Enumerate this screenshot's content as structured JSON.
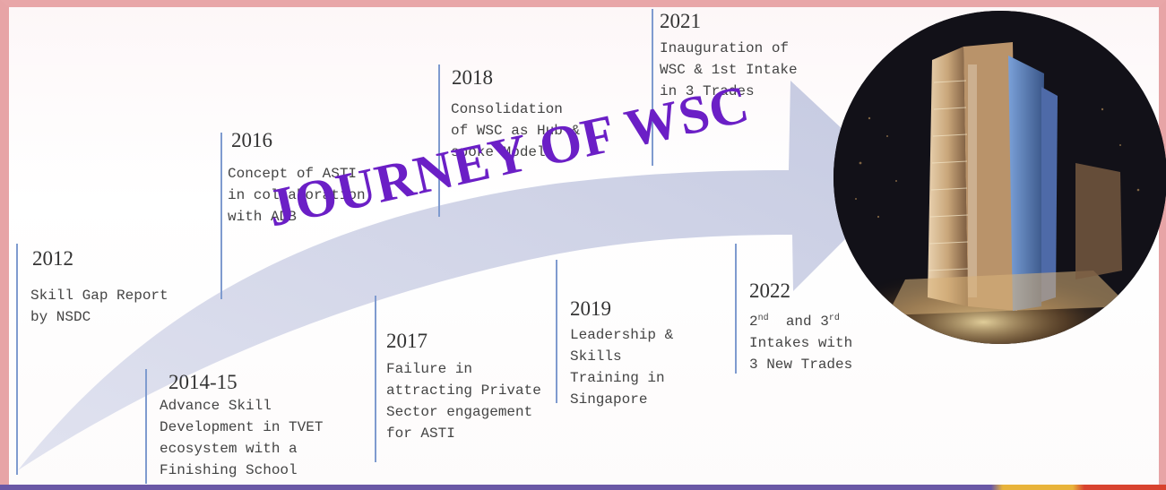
{
  "title": "JOURNEY OF WSC",
  "milestones": [
    {
      "year": "2012",
      "lines": [
        "Skill Gap Report",
        "by NSDC"
      ]
    },
    {
      "year": "2014-15",
      "lines": [
        "Advance Skill",
        "Development in TVET",
        "ecosystem with a",
        "Finishing School"
      ]
    },
    {
      "year": "2016",
      "lines": [
        "Concept of ASTI",
        "in collaboration",
        "with ADB"
      ]
    },
    {
      "year": "2017",
      "lines": [
        "Failure in",
        "attracting Private",
        "Sector engagement",
        "for ASTI"
      ]
    },
    {
      "year": "2018",
      "lines": [
        "Consolidation",
        "of WSC as Hub &",
        "spoke Model"
      ]
    },
    {
      "year": "2019",
      "lines": [
        "Leadership &",
        "Skills",
        "Training in",
        "Singapore"
      ]
    },
    {
      "year": "2021",
      "lines": [
        "Inauguration of",
        "WSC & 1st Intake",
        "in 3 Trades"
      ]
    },
    {
      "year": "2022",
      "lines": [
        "2nd  and 3rd",
        "Intakes with",
        "3 New Trades"
      ]
    }
  ],
  "sup_2022": [
    "nd",
    "rd"
  ],
  "colors": {
    "arrow": "#c9cde4",
    "title": "#6b1fc6",
    "frame": "#e7a4a6",
    "timeline": "#7f9bcf"
  }
}
